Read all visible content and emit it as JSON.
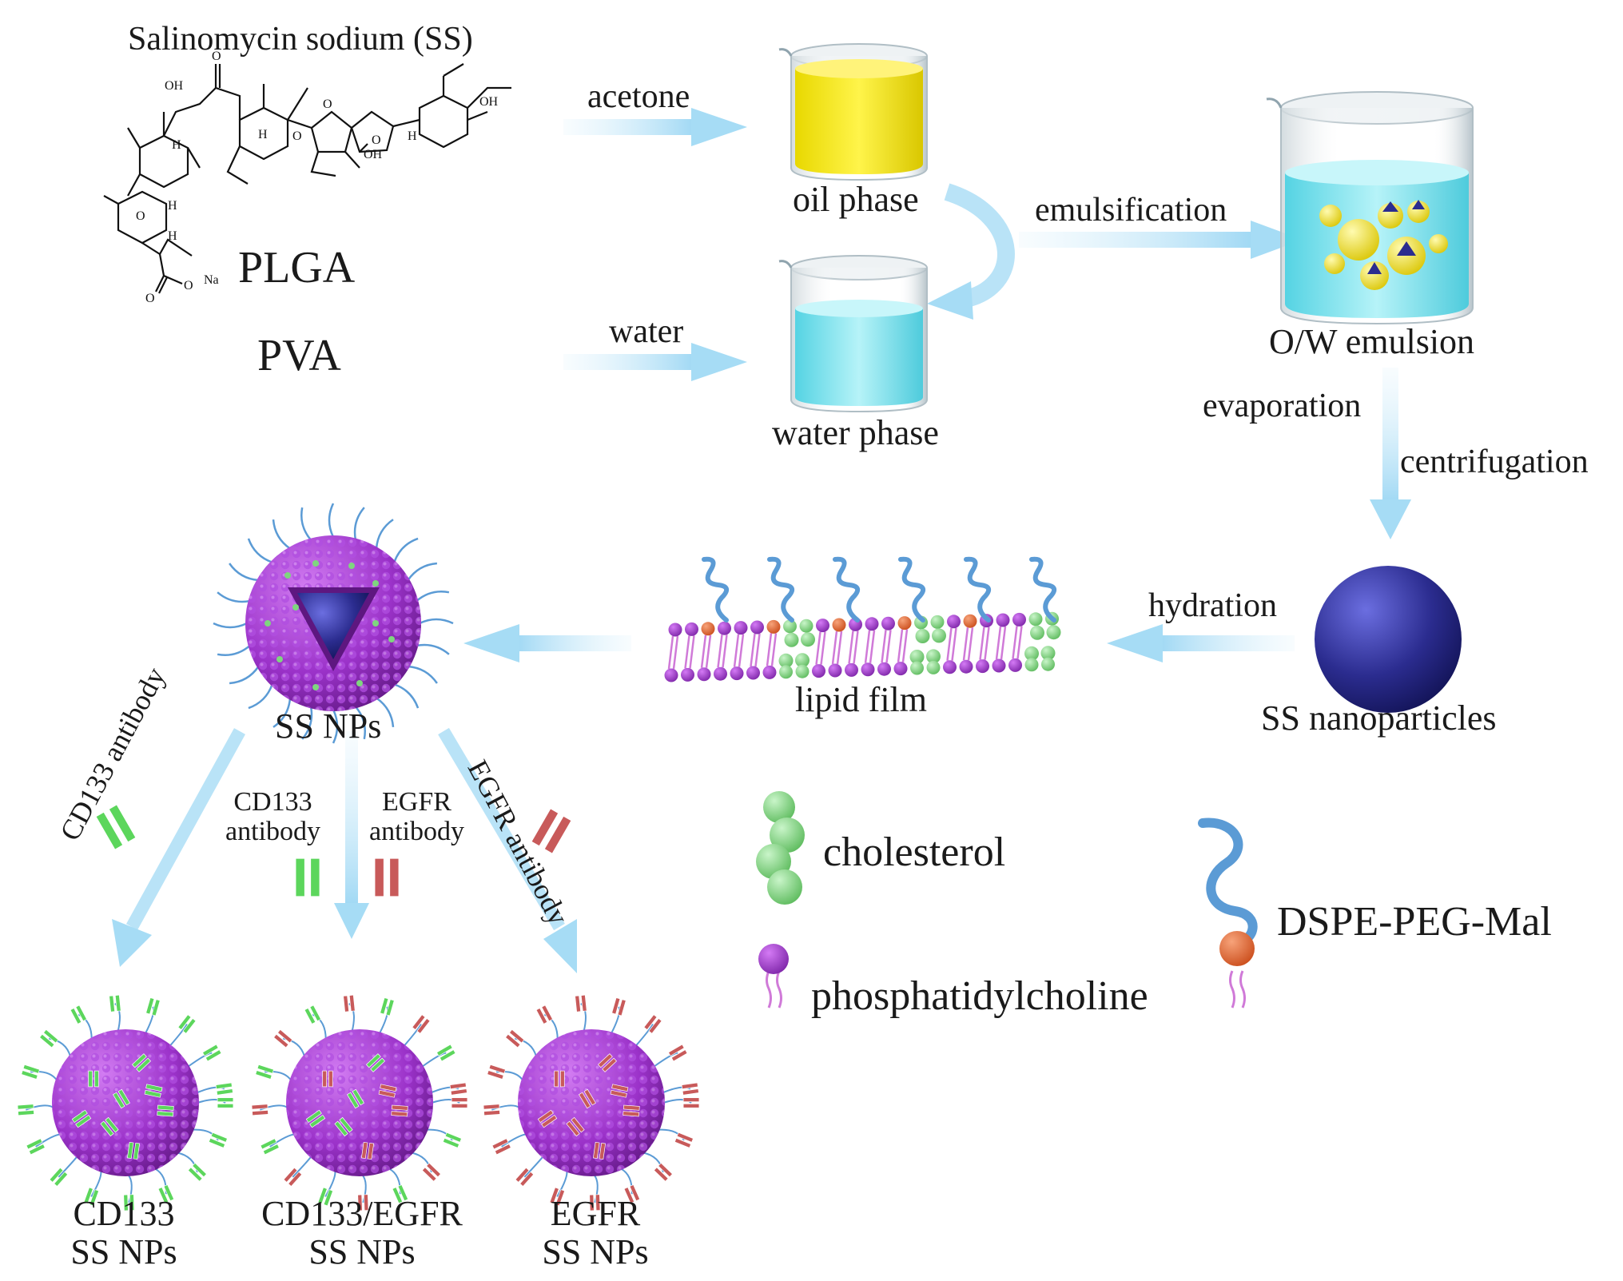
{
  "reagents": {
    "ss_title": "Salinomycin sodium (SS)",
    "plga": "PLGA",
    "pva": "PVA",
    "structure_labels": {
      "oh1": "OH",
      "o_ketone": "O",
      "o2": "O",
      "o3": "O",
      "o4": "O",
      "oh2": "OH",
      "oh3": "OH",
      "h1": "H",
      "h2": "H",
      "h3": "H",
      "h4": "H",
      "h5": "H",
      "o_ring": "O",
      "o_carboxyl": "O",
      "o_minus": "O",
      "na": "Na"
    }
  },
  "steps": {
    "acetone": "acetone",
    "water": "water",
    "oil_phase": "oil phase",
    "water_phase": "water phase",
    "emulsification": "emulsification",
    "ow_emulsion": "O/W emulsion",
    "evaporation": "evaporation",
    "centrifugation": "centrifugation",
    "ss_nanoparticles": "SS nanoparticles",
    "hydration": "hydration",
    "lipid_film": "lipid film",
    "ss_nps": "SS NPs"
  },
  "branches": {
    "left_antibody": "CD133 antibody",
    "mid_cd133_l1": "CD133",
    "mid_cd133_l2": "antibody",
    "mid_egfr_l1": "EGFR",
    "mid_egfr_l2": "antibody",
    "right_antibody": "EGFR antibody"
  },
  "products": {
    "p1_l1": "CD133",
    "p1_l2": "SS NPs",
    "p2_l1": "CD133/EGFR",
    "p2_l2": "SS NPs",
    "p3_l1": "EGFR",
    "p3_l2": "SS NPs"
  },
  "legend": {
    "cholesterol": "cholesterol",
    "phosphatidylcholine": "phosphatidylcholine",
    "dspe_peg_mal": "DSPE-PEG-Mal"
  },
  "colors": {
    "arrow": "#a9dcf5",
    "oil": "#f2e600",
    "water": "#7fe3ee",
    "core": "#2b2c8f",
    "lipid_head": "#9b32c9",
    "cholesterol": "#7fd67f",
    "peg": "#5b9bd5",
    "maleimide": "#e0642e",
    "cd133_antibody": "#5cd65c",
    "egfr_antibody": "#c85a5a"
  }
}
